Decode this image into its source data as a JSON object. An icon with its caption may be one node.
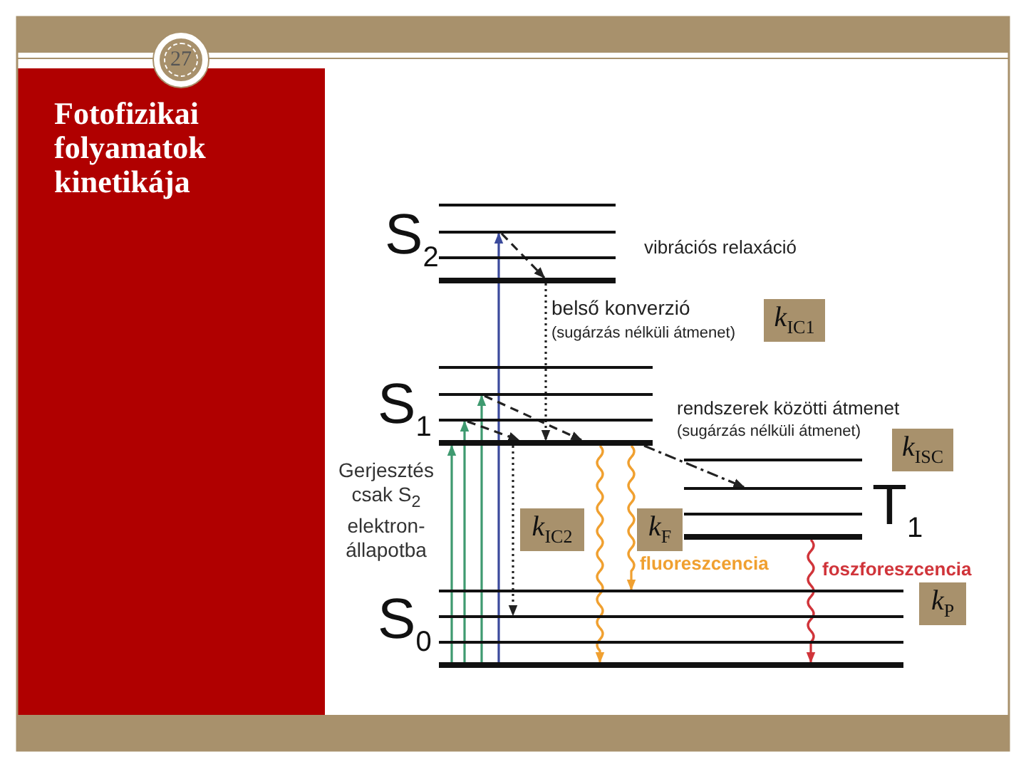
{
  "diagram": {
    "title": "Fotofizikai folyamatok kinetikája",
    "nodes": [
      {
        "text": [
          "27"
        ]
      },
      {
        "text": [],
        "shape": "bar"
      },
      {
        "text": [],
        "shape": "bar"
      },
      {
        "text": [],
        "shape": "bar"
      },
      {
        "text": [],
        "shape": "bar"
      },
      {
        "text": [
          "*k*$_{IC1}$"
        ]
      },
      {
        "text": [],
        "shape": "bar"
      },
      {
        "text": [],
        "shape": "bar"
      },
      {
        "text": [],
        "shape": "bar"
      },
      {
        "text": [],
        "shape": "bar"
      },
      {
        "text": [
          "*k*$_{ISC}$"
        ]
      },
      {
        "text": [],
        "shape": "bar"
      },
      {
        "text": [],
        "shape": "bar"
      },
      {
        "text": [],
        "shape": "bar"
      },
      {
        "text": [],
        "shape": "bar"
      },
      {
        "text": [
          "*k*$_{IC2}$"
        ]
      },
      {
        "text": [
          "*k*$_{F}$"
        ]
      },
      {
        "text": [
          "*k*$_{P}$"
        ]
      },
      {
        "text": [],
        "shape": "bar"
      },
      {
        "text": [],
        "shape": "bar"
      },
      {
        "text": [],
        "shape": "bar"
      },
      {
        "text": [],
        "shape": "bar"
      }
    ],
    "edges": [
      {
        "from": 21,
        "to": 2,
        "arrow": "to",
        "color": "#3b4a9c"
      },
      {
        "from": 21,
        "to": 7,
        "arrow": "to",
        "color": "#3f9a70"
      },
      {
        "from": 21,
        "to": 8,
        "arrow": "to",
        "color": "#3f9a70"
      },
      {
        "from": 21,
        "to": 9,
        "arrow": "to",
        "color": "#3f9a70"
      },
      {
        "from": 2,
        "to": 4,
        "arrow": "to",
        "style": "dashed"
      },
      {
        "from": 4,
        "to": 9,
        "arrow": "to",
        "style": "dashed"
      },
      {
        "from": 7,
        "to": 9,
        "arrow": "to",
        "style": "dashed"
      },
      {
        "from": 8,
        "to": 9,
        "arrow": "to",
        "style": "dashed"
      },
      {
        "from": 9,
        "to": 12,
        "arrow": "to",
        "style": "dashed"
      },
      {
        "from": 9,
        "to": 19,
        "arrow": "to",
        "style": "dashed"
      },
      {
        "from": 9,
        "to": 21,
        "arrow": "to",
        "color": "#f0a030"
      },
      {
        "from": 9,
        "to": 18,
        "arrow": "to",
        "color": "#f0a030"
      },
      {
        "from": 14,
        "to": 21,
        "arrow": "to",
        "color": "#d0343a"
      }
    ],
    "labels": [
      "S$_{2}$",
      "vibrációs relaxáció",
      "belső konverzió",
      "(sugárzás nélküli átmenet)",
      "S$_{1}$",
      "rendszerek közötti átmenet",
      "(sugárzás nélküli átmenet)",
      "Gerjesztés csak S$_{2}$ elektron-állapotba",
      "T$_{1}$",
      "fluoreszcencia",
      "foszforeszcencia",
      "S$_{0}$"
    ]
  }
}
